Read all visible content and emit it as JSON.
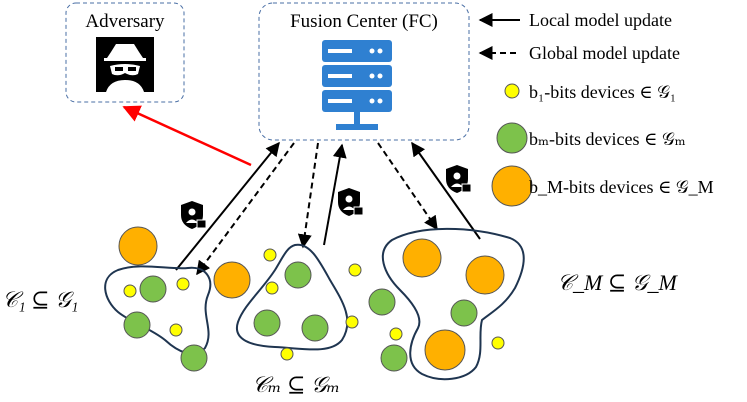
{
  "adversary": {
    "label": "Adversary",
    "icon": "spy-icon"
  },
  "fusion_center": {
    "label": "Fusion Center (FC)",
    "icon": "server-icon"
  },
  "legend": {
    "local_update": "Local model update",
    "global_update": "Global model update",
    "b1_devices": "b₁-bits devices ∈ 𝒢₁",
    "bm_devices": "bₘ-bits devices ∈ 𝒢ₘ",
    "bM_devices": "b_M-bits devices ∈ 𝒢_M"
  },
  "clusters": {
    "c1": "𝒞₁ ⊆ 𝒢₁",
    "cm": "𝒞ₘ ⊆ 𝒢ₘ",
    "cM": "𝒞_M ⊆ 𝒢_M"
  },
  "colors": {
    "small": "#ffff00",
    "medium": "#7dc24b",
    "large": "#ffb000",
    "server": "#2f80d1",
    "attack": "#ff0000",
    "box_border": "#4a6fa5"
  }
}
